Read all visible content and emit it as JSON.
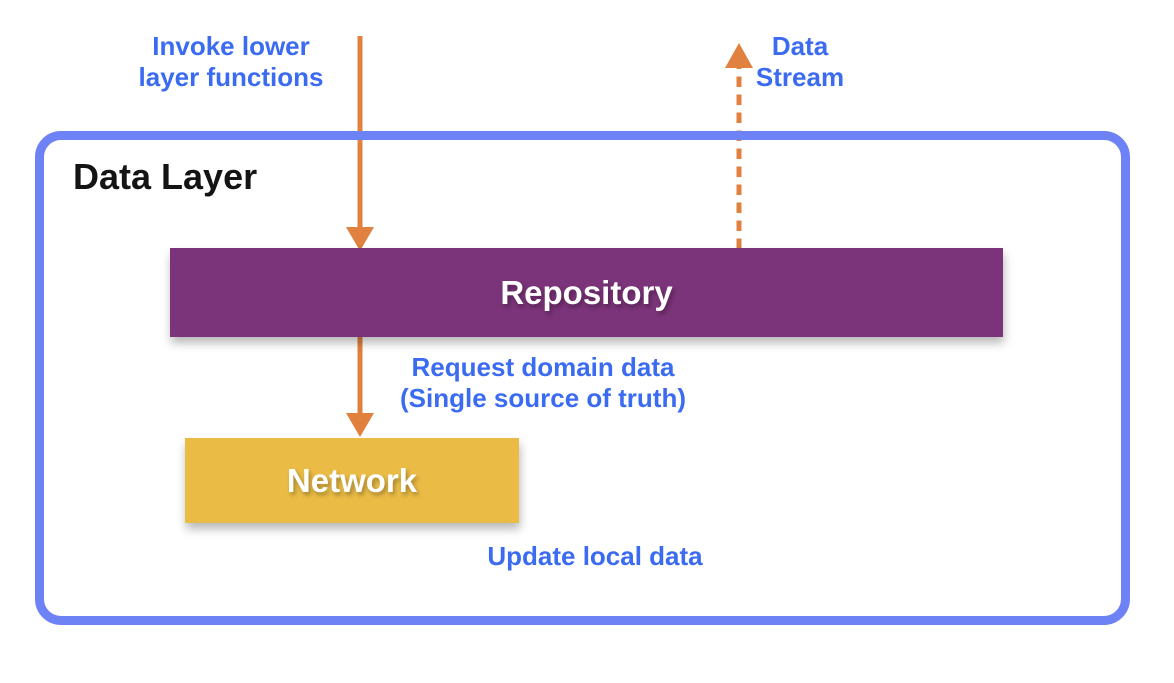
{
  "colors": {
    "label_blue": "#3b6bf1",
    "border_blue": "#6d82f4",
    "arrow_orange": "#e0813f",
    "repository_purple": "#7b3379",
    "network_yellow": "#eabc45",
    "title_black": "#141414",
    "node_text_white": "#ffffff"
  },
  "diagram": {
    "title": "Data Layer",
    "nodes": {
      "repository": {
        "label": "Repository"
      },
      "network": {
        "label": "Network"
      }
    },
    "annotations": {
      "invoke": "Invoke lower\nlayer functions",
      "data_stream": "Data\nStream",
      "request": "Request domain data\n(Single source of truth)",
      "update": "Update local data"
    },
    "arrows": [
      {
        "name": "invoke-arrow",
        "from": "outside-top",
        "to": "repository",
        "direction": "down",
        "style": "solid"
      },
      {
        "name": "data-stream-arrow",
        "from": "repository",
        "to": "outside-top",
        "direction": "up",
        "style": "dashed"
      },
      {
        "name": "request-arrow",
        "from": "repository",
        "to": "network",
        "direction": "down",
        "style": "solid"
      }
    ]
  }
}
